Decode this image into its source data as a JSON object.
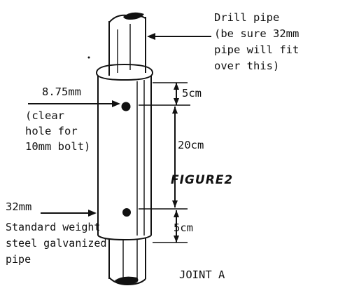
{
  "labels": {
    "drill_pipe": [
      "Drill pipe",
      "(be sure 32mm",
      "pipe will fit",
      "over this)"
    ],
    "bolt_dim": [
      "8.75mm",
      "(clear",
      "hole for",
      "10mm bolt)"
    ],
    "dim_top": "5cm",
    "dim_middle": "20cm",
    "dim_bottom": "5cm",
    "figure_title": "FIGURE2",
    "pipe_size": "32mm",
    "pipe_desc": [
      "Standard weight",
      "steel galvanized",
      "pipe"
    ],
    "joint_label": "JOINT A"
  }
}
